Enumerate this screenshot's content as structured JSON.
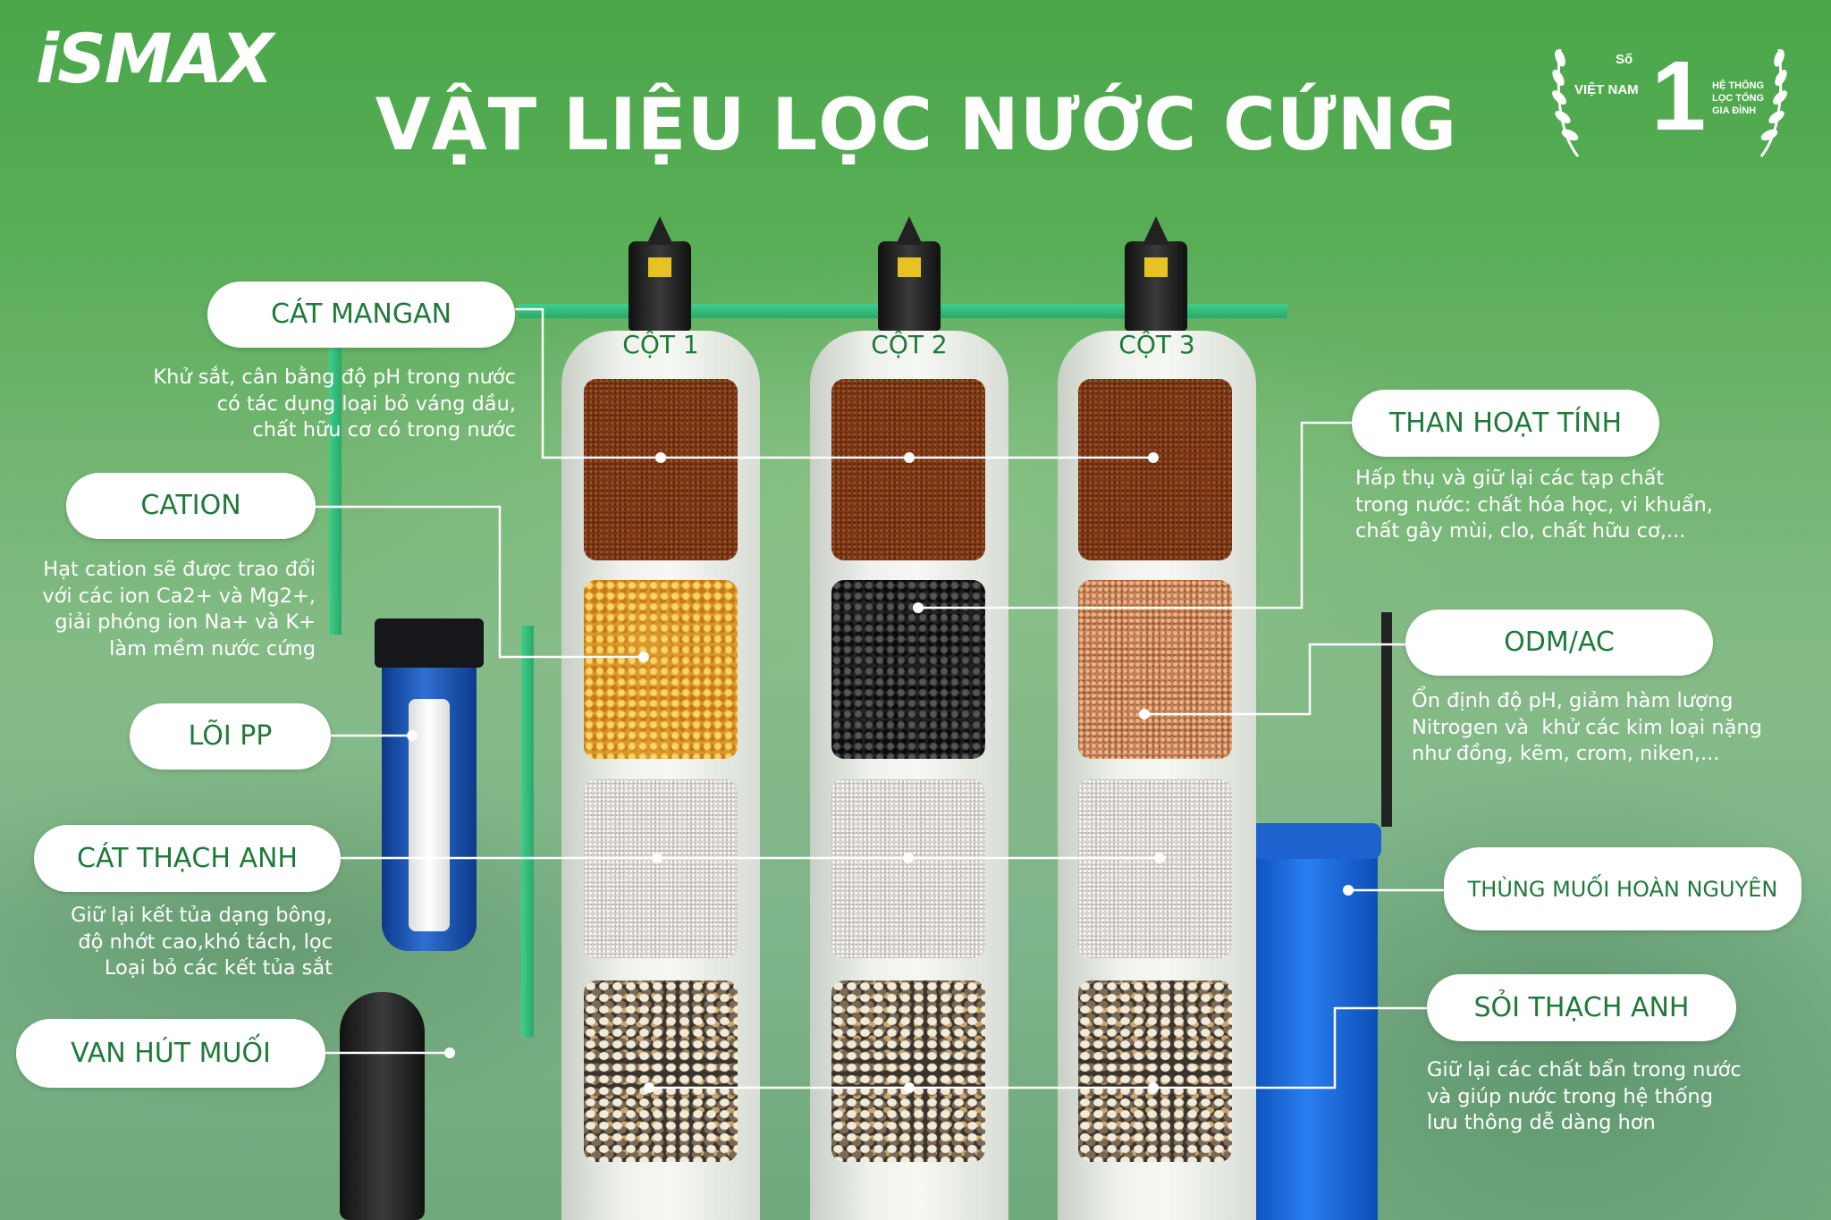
{
  "brand": {
    "logo": "iSMAX",
    "color": "#4ba64a",
    "accent_text": "#1f7a3a"
  },
  "title": "VẬT LIỆU LỌC NƯỚC CỨNG",
  "badge": {
    "so": "Số",
    "vietnam": "VIỆT NAM",
    "number": "1",
    "lines": [
      "HỆ THỐNG",
      "LỌC TỔNG",
      "GIA ĐÌNH"
    ],
    "icon": "laurel-wreath-icon"
  },
  "columns": [
    {
      "label": "CỘT 1",
      "layers": [
        "Cát Mangan",
        "Cation",
        "Cát thạch anh",
        "Sỏi thạch anh"
      ]
    },
    {
      "label": "CỘT 2",
      "layers": [
        "Cát Mangan",
        "Than hoạt tính",
        "Cát thạch anh",
        "Sỏi thạch anh"
      ]
    },
    {
      "label": "CỘT 3",
      "layers": [
        "Cát Mangan",
        "ODM/AC",
        "Cát thạch anh",
        "Sỏi thạch anh"
      ]
    }
  ],
  "materials": {
    "cat_mangan": {
      "name": "CÁT MANGAN",
      "desc": "Khử sắt, cân bằng độ pH trong nước\ncó tác dụng loại bỏ váng dầu,\nchất hữu cơ có trong nước"
    },
    "cation": {
      "name": "CATION",
      "desc": "Hạt cation sẽ được trao đổi\nvới các ion Ca2+ và Mg2+,\ngiải phóng ion Na+ và K+\nlàm mềm nước cứng"
    },
    "loi_pp": {
      "name": "LÕI PP"
    },
    "cat_thach_anh": {
      "name": "CÁT THẠCH ANH",
      "desc": "Giữ lại kết tủa dạng bông,\nđộ nhớt cao,khó tách, lọc\nLoại bỏ các kết tủa sắt"
    },
    "van_hut_muoi": {
      "name": "VAN HÚT MUỐI"
    },
    "than_hoat_tinh": {
      "name": "THAN HOẠT TÍNH",
      "desc": "Hấp thụ và giữ lại các tạp chất\ntrong nước: chất hóa học, vi khuẩn,\nchất gây mùi, clo, chất hữu cơ,..."
    },
    "odm_ac": {
      "name": "ODM/AC",
      "desc": "Ổn định độ pH, giảm hàm lượng\nNitrogen và  khử các kim loại nặng\nnhư đồng, kẽm, crom, niken,..."
    },
    "thung_muoi": {
      "name": "THÙNG MUỐI HOÀN NGUYÊN"
    },
    "soi_thach_anh": {
      "name": "SỎI THẠCH ANH",
      "desc": "Giữ lại các chất bẩn trong nước\nvà giúp nước trong hệ thống\nlưu thông dễ dàng hơn"
    }
  }
}
